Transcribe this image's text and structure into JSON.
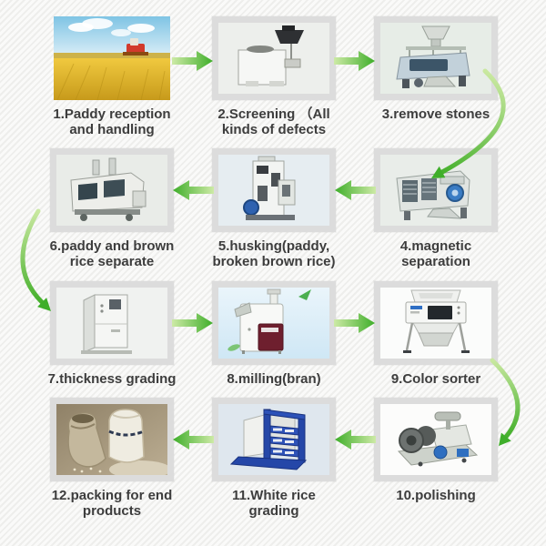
{
  "diagram": {
    "name": "rice-milling-process-flow",
    "steps": [
      {
        "id": 1,
        "label": "1.Paddy reception\nand handling",
        "photo": "paddy-field-harvester-photo"
      },
      {
        "id": 2,
        "label": "2.Screening （All\nkinds of defects",
        "photo": "screening-machine-photo"
      },
      {
        "id": 3,
        "label": "3.remove stones",
        "photo": "destoner-machine-photo"
      },
      {
        "id": 4,
        "label": "4.magnetic\nseparation",
        "photo": "magnetic-separator-photo"
      },
      {
        "id": 5,
        "label": "5.husking(paddy,\nbroken brown rice)",
        "photo": "husking-machine-photo"
      },
      {
        "id": 6,
        "label": "6.paddy and brown\nrice separate",
        "photo": "paddy-separator-photo"
      },
      {
        "id": 7,
        "label": "7.thickness grading",
        "photo": "thickness-grader-photo"
      },
      {
        "id": 8,
        "label": "8.milling(bran)",
        "photo": "milling-machine-photo"
      },
      {
        "id": 9,
        "label": "9.Color sorter",
        "photo": "color-sorter-photo"
      },
      {
        "id": 10,
        "label": "10.polishing",
        "photo": "polishing-machine-photo"
      },
      {
        "id": 11,
        "label": "11.White rice\ngrading",
        "photo": "white-rice-grader-photo"
      },
      {
        "id": 12,
        "label": "12.packing for end\nproducts",
        "photo": "packing-bags-photo"
      }
    ],
    "flow_order": [
      1,
      2,
      3,
      4,
      5,
      6,
      7,
      8,
      9,
      10,
      11,
      12
    ],
    "icons": {
      "arrow_right": "green-gradient-right-arrow",
      "arrow_left": "green-gradient-left-arrow",
      "curved_arrow": "green-curved-down-arrow"
    },
    "colors": {
      "arrow_tail_green": "#cdeaa6",
      "arrow_head_green": "#3fae2a",
      "caption_text": "#3d3d3d",
      "photo_frame": "#dcdcdc",
      "background_stripe": "#eeeeec"
    }
  }
}
